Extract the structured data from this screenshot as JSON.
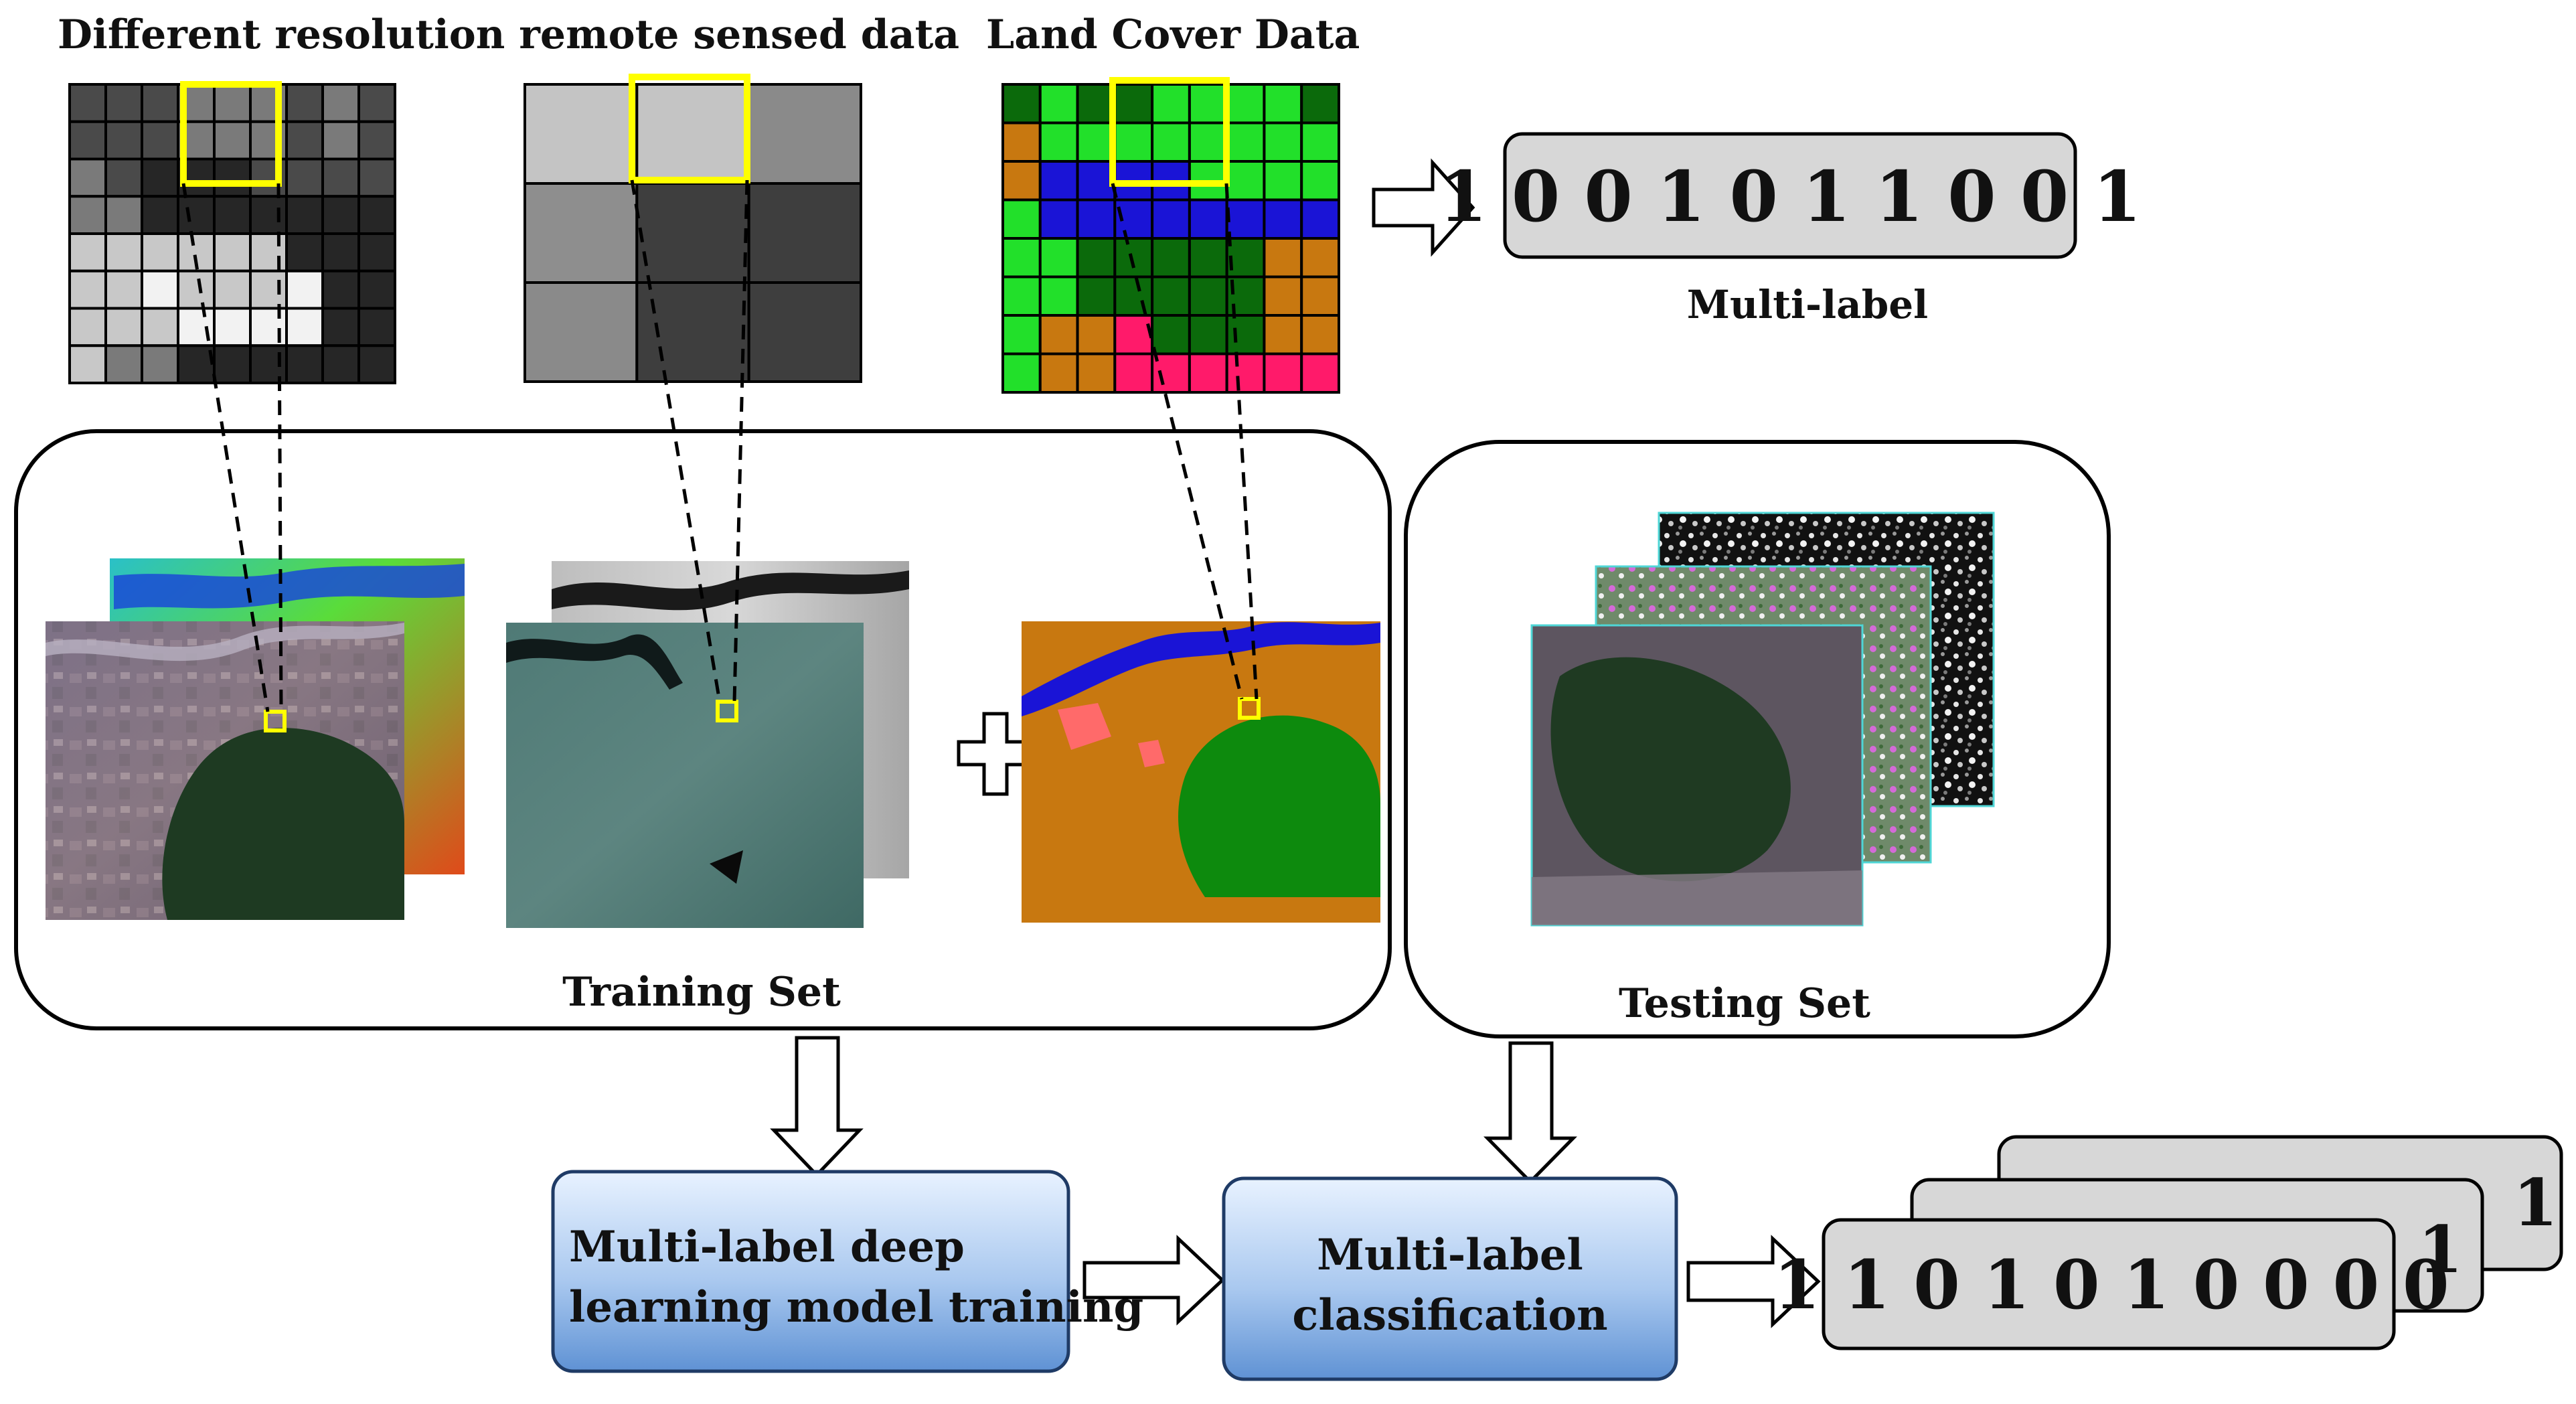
{
  "headers": {
    "remote_sensed": "Different resolution remote sensed data",
    "land_cover": "Land Cover Data"
  },
  "multi_label": {
    "code": "1 0 0 1 0 1 1 0 0 1",
    "caption": "Multi-label"
  },
  "training": {
    "label": "Training Set"
  },
  "testing": {
    "label": "Testing Set"
  },
  "process": {
    "training_line1": "Multi-label deep",
    "training_line2": "learning model training",
    "classification_line1": "Multi-label",
    "classification_line2": "classification"
  },
  "outputs": {
    "front_code": "1 1 0 1 0 1 0 0 0 0",
    "back_digit_1": "1",
    "back_digit_2": "1"
  },
  "colors": {
    "highlight": "#ffff00",
    "forest": "#0b6a0b",
    "grass": "#22e02a",
    "water": "#1a14d6",
    "cropland": "#c87810",
    "urban": "#ff1a6a",
    "process_fill_top": "#e4f0ff",
    "process_fill_bottom": "#6a9ad8",
    "code_box_fill": "#d7d7d7"
  }
}
